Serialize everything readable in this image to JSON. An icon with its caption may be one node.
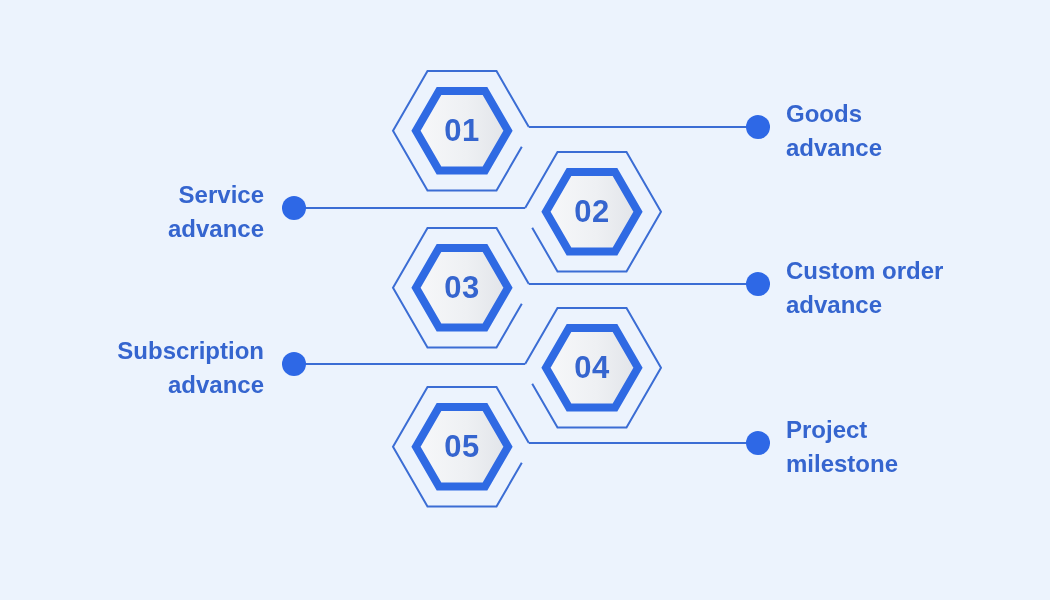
{
  "diagram": {
    "nodes": [
      {
        "text": [
          "01"
        ]
      },
      {
        "text": [
          "Goods advance"
        ]
      },
      {
        "text": [
          "02"
        ]
      },
      {
        "text": [
          "Service advance"
        ]
      },
      {
        "text": [
          "03"
        ]
      },
      {
        "text": [
          "Custom order advance"
        ]
      },
      {
        "text": [
          "04"
        ]
      },
      {
        "text": [
          "Subscription advance"
        ]
      },
      {
        "text": [
          "05"
        ]
      },
      {
        "text": [
          "Project milestone"
        ]
      }
    ],
    "edges": [
      {
        "from": 0,
        "to": 1,
        "arrow": "other"
      },
      {
        "from": 2,
        "to": 3,
        "arrow": "other"
      },
      {
        "from": 4,
        "to": 5,
        "arrow": "other"
      },
      {
        "from": 6,
        "to": 7,
        "arrow": "other"
      },
      {
        "from": 8,
        "to": 9,
        "arrow": "other"
      }
    ]
  }
}
